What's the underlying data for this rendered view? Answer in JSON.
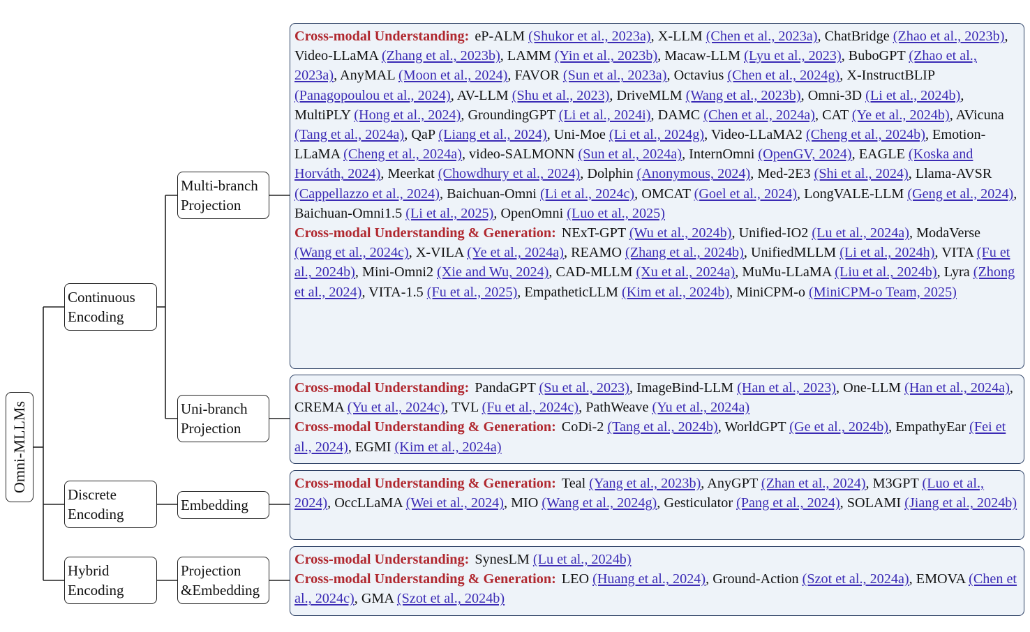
{
  "root": "Omni-MLLMs",
  "encodings": [
    {
      "id": "continuous",
      "label": "Continuous\nEncoding"
    },
    {
      "id": "discrete",
      "label": "Discrete\nEncoding"
    },
    {
      "id": "hybrid",
      "label": "Hybrid\nEncoding"
    }
  ],
  "projections": [
    {
      "id": "multi",
      "label": "Multi-branch\nProjection"
    },
    {
      "id": "uni",
      "label": "Uni-branch\nProjection"
    },
    {
      "id": "embed",
      "label": "Embedding"
    },
    {
      "id": "projemb",
      "label": "Projection\n&Embedding"
    }
  ],
  "leaves": [
    {
      "id": "multi",
      "groups": [
        {
          "title": "Cross-modal Understanding:",
          "entries": [
            [
              "eP-ALM",
              "(Shukor et al., 2023a)"
            ],
            [
              "X-LLM",
              "(Chen et al., 2023a)"
            ],
            [
              "ChatBridge",
              "(Zhao et al., 2023b)"
            ],
            [
              "Video-LLaMA",
              "(Zhang et al., 2023b)"
            ],
            [
              "LAMM",
              "(Yin et al., 2023b)"
            ],
            [
              "Macaw-LLM",
              "(Lyu et al., 2023)"
            ],
            [
              "BuboGPT",
              "(Zhao et al., 2023a)"
            ],
            [
              "AnyMAL",
              "(Moon et al., 2024)"
            ],
            [
              "FAVOR",
              "(Sun et al., 2023a)"
            ],
            [
              "Octavius",
              "(Chen et al., 2024g)"
            ],
            [
              "X-InstructBLIP",
              "(Panagopoulou et al., 2024)"
            ],
            [
              "AV-LLM",
              "(Shu et al., 2023)"
            ],
            [
              "DriveMLM",
              "(Wang et al., 2023b)"
            ],
            [
              "Omni-3D",
              "(Li et al., 2024b)"
            ],
            [
              "MultiPLY",
              "(Hong et al., 2024)"
            ],
            [
              "GroundingGPT",
              "(Li et al., 2024i)"
            ],
            [
              "DAMC",
              "(Chen et al., 2024a)"
            ],
            [
              "CAT",
              "(Ye et al., 2024b)"
            ],
            [
              "AVicuna",
              "(Tang et al., 2024a)"
            ],
            [
              "QaP",
              "(Liang et al., 2024)"
            ],
            [
              "Uni-Moe",
              "(Li et al., 2024g)"
            ],
            [
              "Video-LLaMA2",
              "(Cheng et al., 2024b)"
            ],
            [
              "Emotion-LLaMA",
              "(Cheng et al., 2024a)"
            ],
            [
              "video-SALMONN",
              "(Sun et al., 2024a)"
            ],
            [
              "InternOmni",
              "(OpenGV, 2024)"
            ],
            [
              "EAGLE",
              "(Koska and Horváth, 2024)"
            ],
            [
              "Meerkat",
              "(Chowdhury et al., 2024)"
            ],
            [
              "Dolphin",
              "(Anonymous, 2024)"
            ],
            [
              "Med-2E3",
              "(Shi et al., 2024)"
            ],
            [
              "Llama-AVSR",
              "(Cappellazzo et al., 2024)"
            ],
            [
              "Baichuan-Omni",
              "(Li et al., 2024c)"
            ],
            [
              "OMCAT",
              "(Goel et al., 2024)"
            ],
            [
              "LongVALE-LLM",
              "(Geng et al., 2024)"
            ],
            [
              "Baichuan-Omni1.5",
              "(Li et al., 2025)"
            ],
            [
              "OpenOmni",
              "(Luo et al., 2025)"
            ]
          ]
        },
        {
          "title": "Cross-modal Understanding & Generation:",
          "entries": [
            [
              "NExT-GPT",
              "(Wu et al., 2024b)"
            ],
            [
              "Unified-IO2",
              "(Lu et al., 2024a)"
            ],
            [
              "ModaVerse",
              "(Wang et al., 2024c)"
            ],
            [
              "X-VILA",
              "(Ye et al., 2024a)"
            ],
            [
              "REAMO",
              "(Zhang et al., 2024b)"
            ],
            [
              "UnifiedMLLM",
              "(Li et al., 2024h)"
            ],
            [
              "VITA",
              "(Fu et al., 2024b)"
            ],
            [
              "Mini-Omni2",
              "(Xie and Wu, 2024)"
            ],
            [
              "CAD-MLLM",
              "(Xu et al., 2024a)"
            ],
            [
              "MuMu-LLaMA",
              "(Liu et al., 2024b)"
            ],
            [
              "Lyra",
              "(Zhong et al., 2024)"
            ],
            [
              "VITA-1.5",
              "(Fu et al., 2025)"
            ],
            [
              "EmpatheticLLM",
              "(Kim et al., 2024b)"
            ],
            [
              "MiniCPM-o",
              "(MiniCPM-o Team, 2025)"
            ]
          ]
        }
      ]
    },
    {
      "id": "uni",
      "groups": [
        {
          "title": "Cross-modal Understanding:",
          "entries": [
            [
              "PandaGPT",
              "(Su et al., 2023)"
            ],
            [
              "ImageBind-LLM",
              "(Han et al., 2023)"
            ],
            [
              "One-LLM",
              "(Han et al., 2024a)"
            ],
            [
              "CREMA",
              "(Yu et al., 2024c)"
            ],
            [
              "TVL",
              "(Fu et al., 2024c)"
            ],
            [
              "PathWeave",
              "(Yu et al., 2024a)"
            ]
          ]
        },
        {
          "title": "Cross-modal Understanding & Generation:",
          "entries": [
            [
              "CoDi-2",
              "(Tang et al., 2024b)"
            ],
            [
              "WorldGPT",
              "(Ge et al., 2024b)"
            ],
            [
              "EmpathyEar",
              "(Fei et al., 2024)"
            ],
            [
              "EGMI",
              "(Kim et al., 2024a)"
            ]
          ]
        }
      ]
    },
    {
      "id": "embed",
      "groups": [
        {
          "title": "Cross-modal Understanding & Generation:",
          "entries": [
            [
              "Teal",
              "(Yang et al., 2023b)"
            ],
            [
              "AnyGPT",
              "(Zhan et al., 2024)"
            ],
            [
              "M3GPT",
              "(Luo et al., 2024)"
            ],
            [
              "OccLLaMA",
              "(Wei et al., 2024)"
            ],
            [
              "MIO",
              "(Wang et al., 2024g)"
            ],
            [
              "Gesticulator",
              "(Pang et al., 2024)"
            ],
            [
              "SOLAMI",
              "(Jiang et al., 2024b)"
            ]
          ]
        }
      ]
    },
    {
      "id": "projemb",
      "groups": [
        {
          "title": "Cross-modal Understanding:",
          "entries": [
            [
              "SynesLM",
              "(Lu et al., 2024b)"
            ]
          ]
        },
        {
          "title": "Cross-modal Understanding & Generation:",
          "entries": [
            [
              "LEO",
              "(Huang et al., 2024)"
            ],
            [
              "Ground-Action",
              "(Szot et al., 2024a)"
            ],
            [
              "EMOVA",
              "(Chen et al., 2024c)"
            ],
            [
              "GMA",
              "(Szot et al., 2024b)"
            ]
          ]
        }
      ]
    }
  ]
}
